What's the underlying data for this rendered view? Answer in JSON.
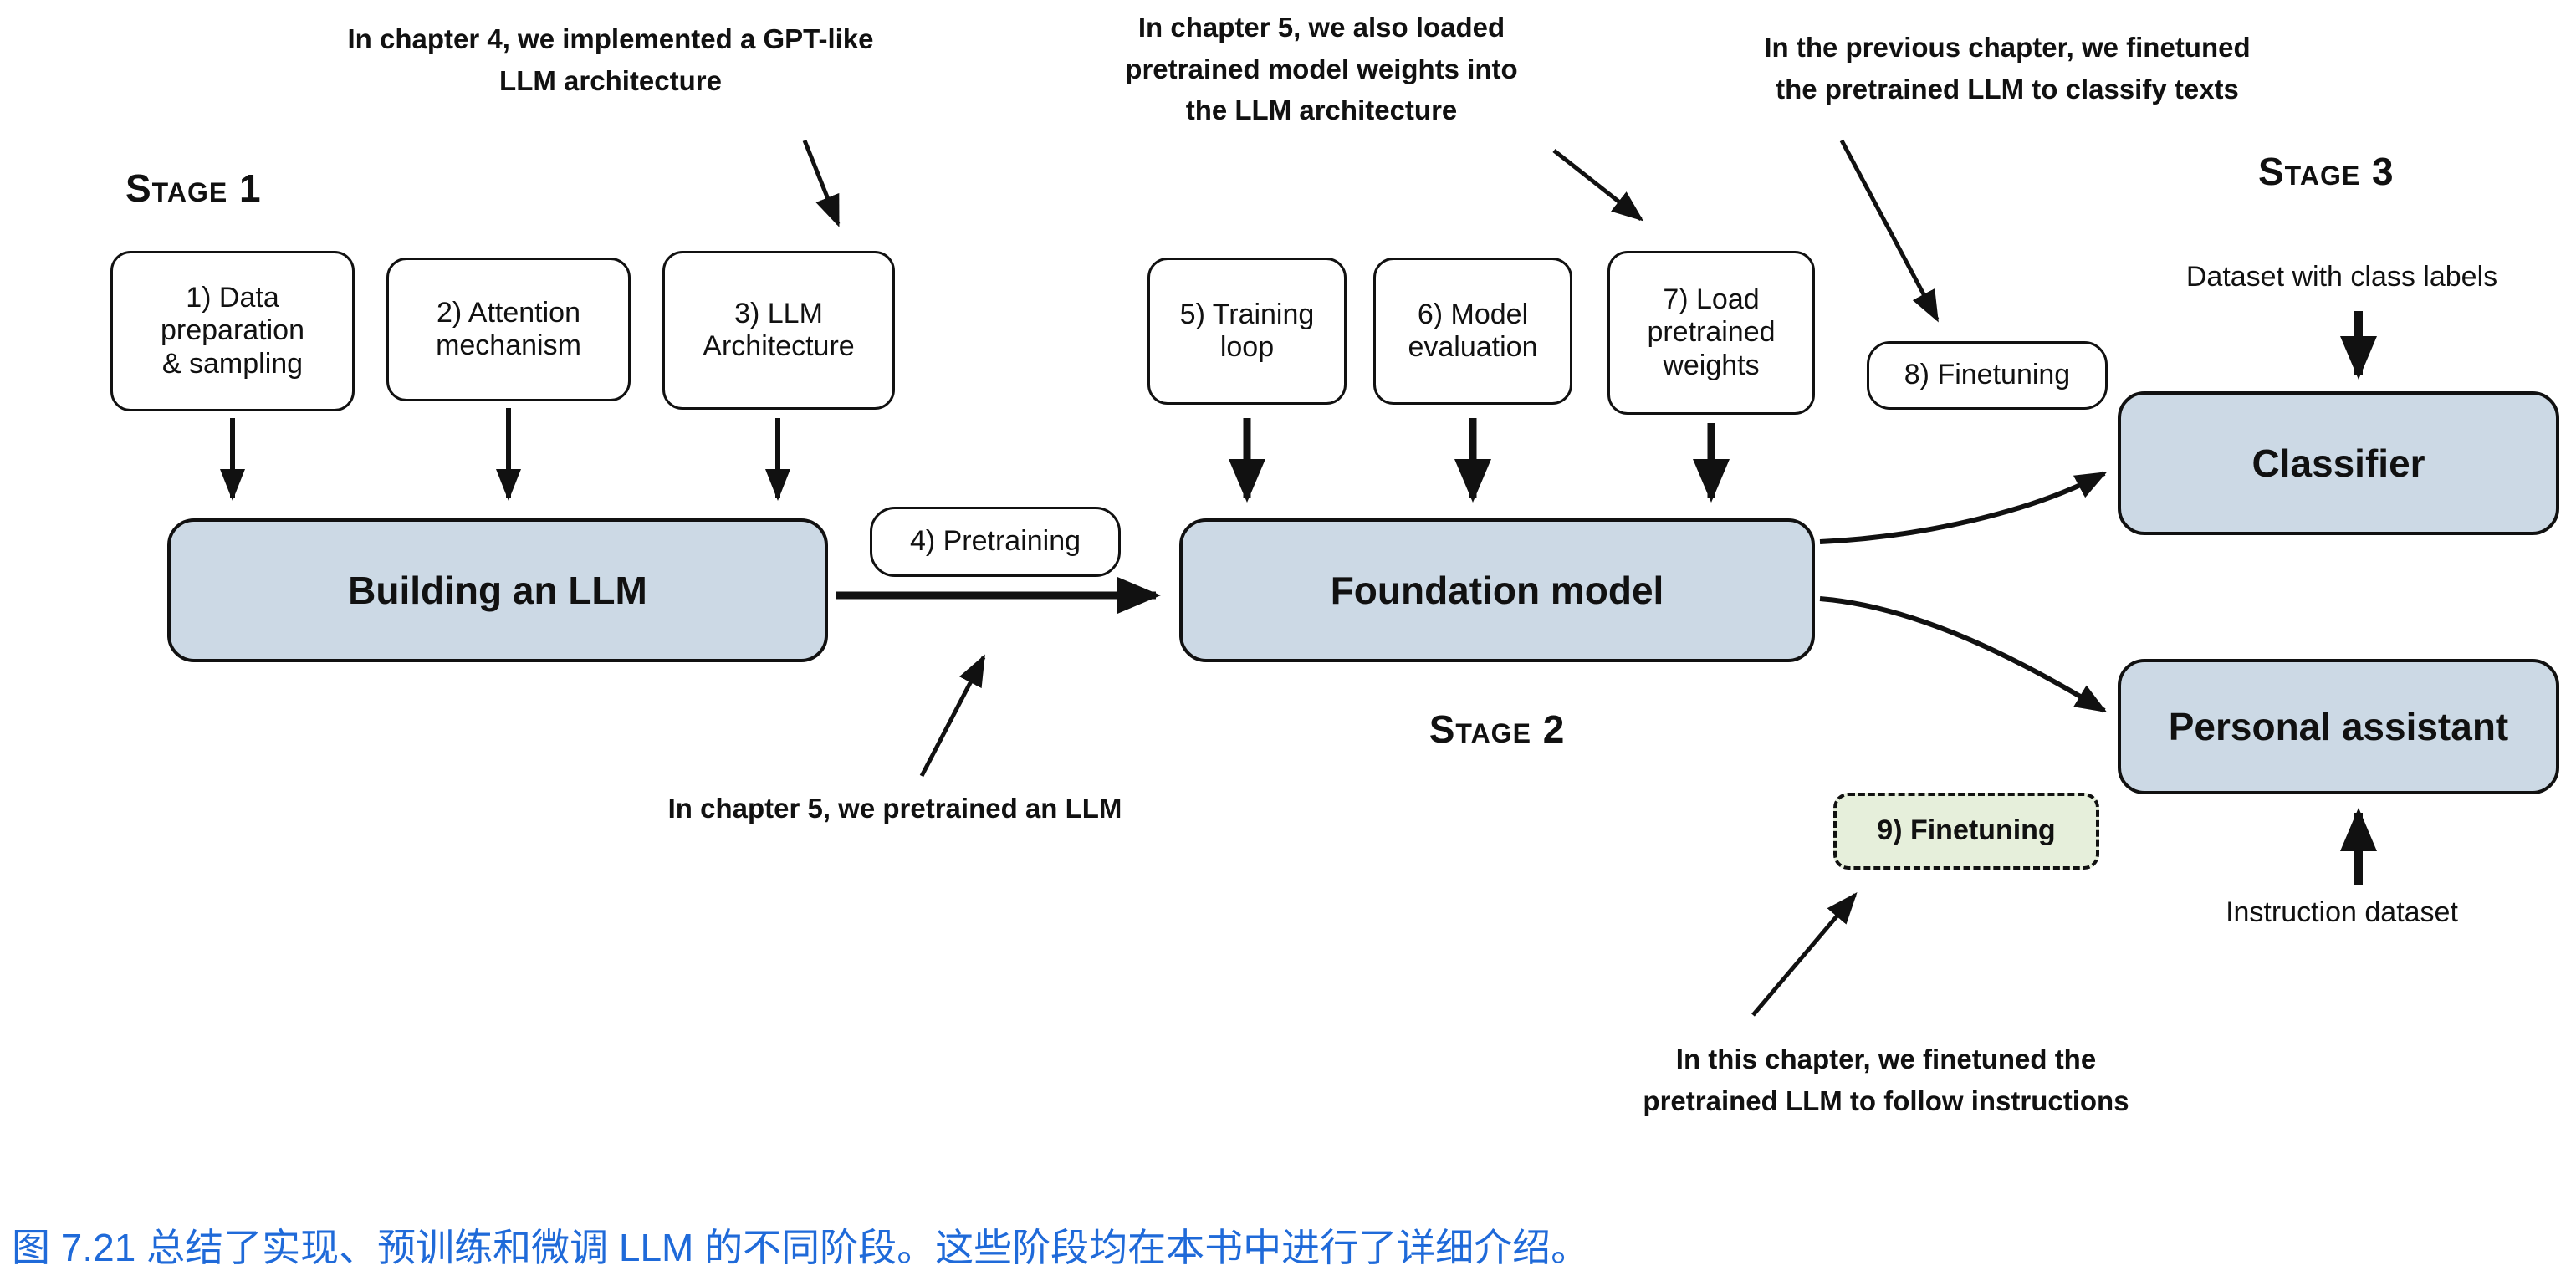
{
  "stage_labels": {
    "stage1": "Stage 1",
    "stage2": "Stage 2",
    "stage3": "Stage 3"
  },
  "annotations": {
    "chapter4": "In chapter 4, we implemented a GPT-like\nLLM architecture",
    "chapter5_weights": "In chapter 5, we also loaded\npretrained model weights into\nthe LLM architecture",
    "prev_chapter": "In the previous chapter, we finetuned\nthe pretrained LLM to classify texts",
    "chapter5_pretrain": "In chapter 5, we pretrained an LLM",
    "this_chapter": "In this chapter, we finetuned the\npretrained LLM to follow instructions"
  },
  "boxes": {
    "step1": "1) Data\npreparation\n& sampling",
    "step2": "2) Attention\nmechanism",
    "step3": "3) LLM\nArchitecture",
    "step4": "4) Pretraining",
    "step5": "5) Training\nloop",
    "step6": "6) Model\nevaluation",
    "step7": "7) Load\npretrained\nweights",
    "step8": "8) Finetuning",
    "step9": "9) Finetuning",
    "building": "Building an LLM",
    "foundation": "Foundation model",
    "classifier": "Classifier",
    "assistant": "Personal assistant"
  },
  "side_labels": {
    "dataset_class": "Dataset with class labels",
    "instruction_dataset": "Instruction dataset"
  },
  "caption": {
    "text": "图 7.21 总结了实现、预训练和微调 LLM 的不同阶段。这些阶段均在本书中进行了详细介绍。"
  },
  "colors": {
    "box_blue": "#ccd9e5",
    "box_green": "#e6efdb",
    "caption_blue": "#1f6ad9",
    "line_black": "#111111"
  }
}
